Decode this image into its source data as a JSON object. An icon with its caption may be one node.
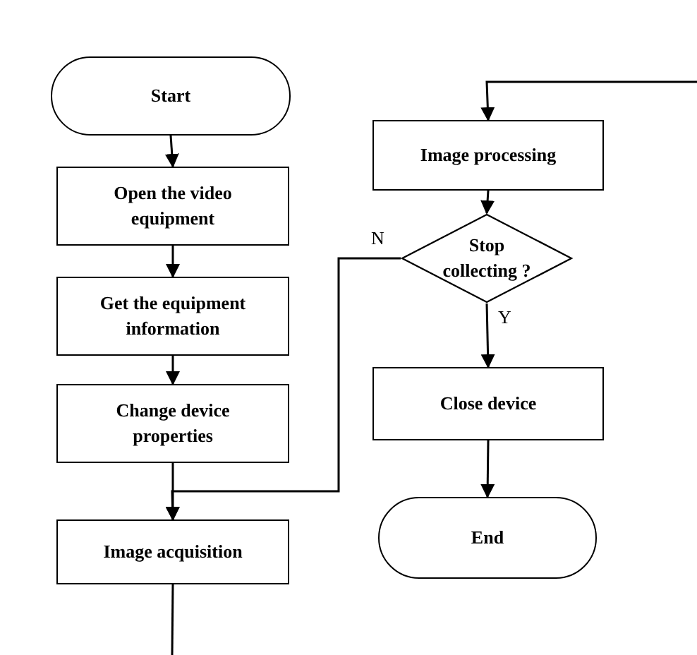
{
  "diagram": {
    "nodes": [
      {
        "text": [
          "Start"
        ]
      },
      {
        "text": [
          "Open the video equipment"
        ]
      },
      {
        "text": [
          "Get the equipment information"
        ]
      },
      {
        "text": [
          "Change device properties"
        ]
      },
      {
        "text": [
          "Image acquisition"
        ]
      },
      {
        "text": [
          "Image processing"
        ]
      },
      {
        "text": [
          "Stop collecting ?"
        ]
      },
      {
        "text": [
          "Close device"
        ]
      },
      {
        "text": [
          "End"
        ]
      }
    ],
    "edges": [
      {
        "from": 0,
        "to": 1,
        "arrow": "to"
      },
      {
        "from": 1,
        "to": 2,
        "arrow": "to"
      },
      {
        "from": 2,
        "to": 3,
        "arrow": "to"
      },
      {
        "from": 3,
        "to": 4,
        "arrow": "to"
      },
      {
        "from": 4,
        "to": null,
        "arrow": "none"
      },
      {
        "from": null,
        "to": 5,
        "arrow": "to"
      },
      {
        "from": 5,
        "to": 6,
        "arrow": "to"
      },
      {
        "from": 6,
        "to": 7,
        "arrow": "to",
        "label": "Y"
      },
      {
        "from": 6,
        "to": 4,
        "arrow": "to",
        "label": "N"
      },
      {
        "from": 7,
        "to": 8,
        "arrow": "to"
      }
    ]
  }
}
